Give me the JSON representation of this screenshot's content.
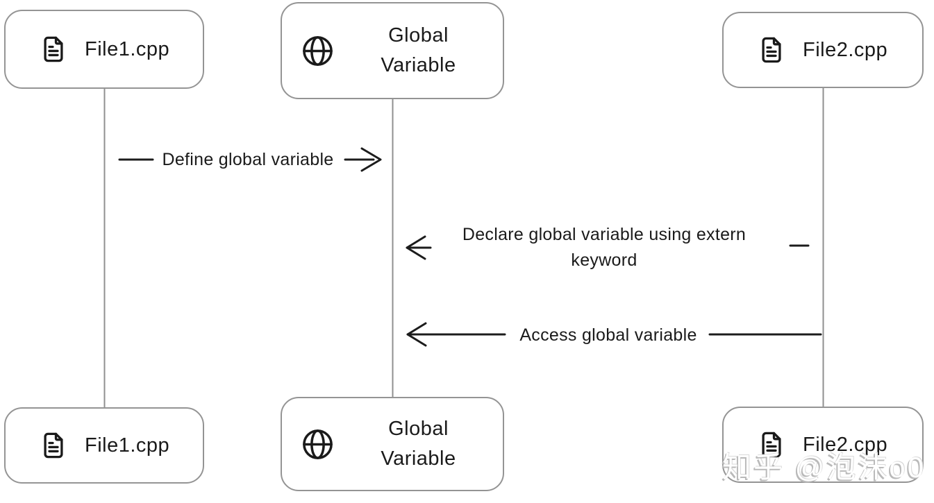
{
  "diagram": {
    "type": "sequence",
    "actors": [
      {
        "id": "file1",
        "label": "File1.cpp",
        "icon": "file-text-icon"
      },
      {
        "id": "global",
        "label": "Global Variable",
        "icon": "globe-icon"
      },
      {
        "id": "file2",
        "label": "File2.cpp",
        "icon": "file-text-icon"
      }
    ],
    "messages": [
      {
        "from": "File1.cpp",
        "to": "Global Variable",
        "label": "Define global variable",
        "direction": "right"
      },
      {
        "from": "File2.cpp",
        "to": "Global Variable",
        "label": "Declare global variable using extern keyword",
        "direction": "left"
      },
      {
        "from": "File2.cpp",
        "to": "Global Variable",
        "label": "Access global variable",
        "direction": "left"
      }
    ],
    "watermark": "知乎 @泡沫o0",
    "colors": {
      "background": "#ffffff",
      "box_border": "#949494",
      "lifeline": "#8f8f8f",
      "text": "#1a1a1a",
      "message_line": "#1c1c1c",
      "watermark": "#bdbdbd"
    }
  }
}
